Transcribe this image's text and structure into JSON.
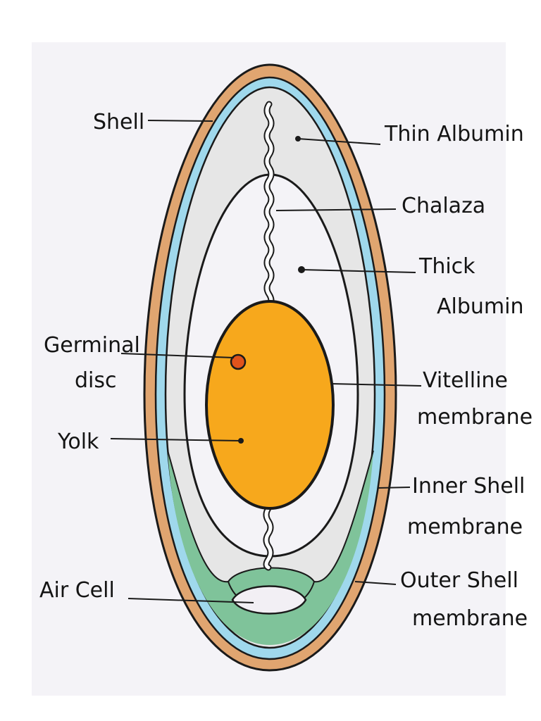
{
  "colors": {
    "paper": "#f4f3f7",
    "shell": "#e0a570",
    "membrane_blue": "#9fd8ec",
    "albumin": "#e6e6e6",
    "air_cell_green": "#7fc39a",
    "yolk": "#f7a81c",
    "germinal_disc": "#e0531c",
    "outline": "#1a1a1a"
  },
  "labels": {
    "shell": "Shell",
    "thin_albumin": "Thin Albumin",
    "chalaza": "Chalaza",
    "thick_albumin": [
      "Thick",
      "Albumin"
    ],
    "germinal_disc": [
      "Germinal",
      "disc"
    ],
    "vitelline_membrane": [
      "Vitelline",
      "membrane"
    ],
    "yolk": "Yolk",
    "inner_shell_membrane": [
      "Inner Shell",
      "membrane"
    ],
    "air_cell": "Air Cell",
    "outer_shell_membrane": [
      "Outer Shell",
      "membrane"
    ]
  }
}
